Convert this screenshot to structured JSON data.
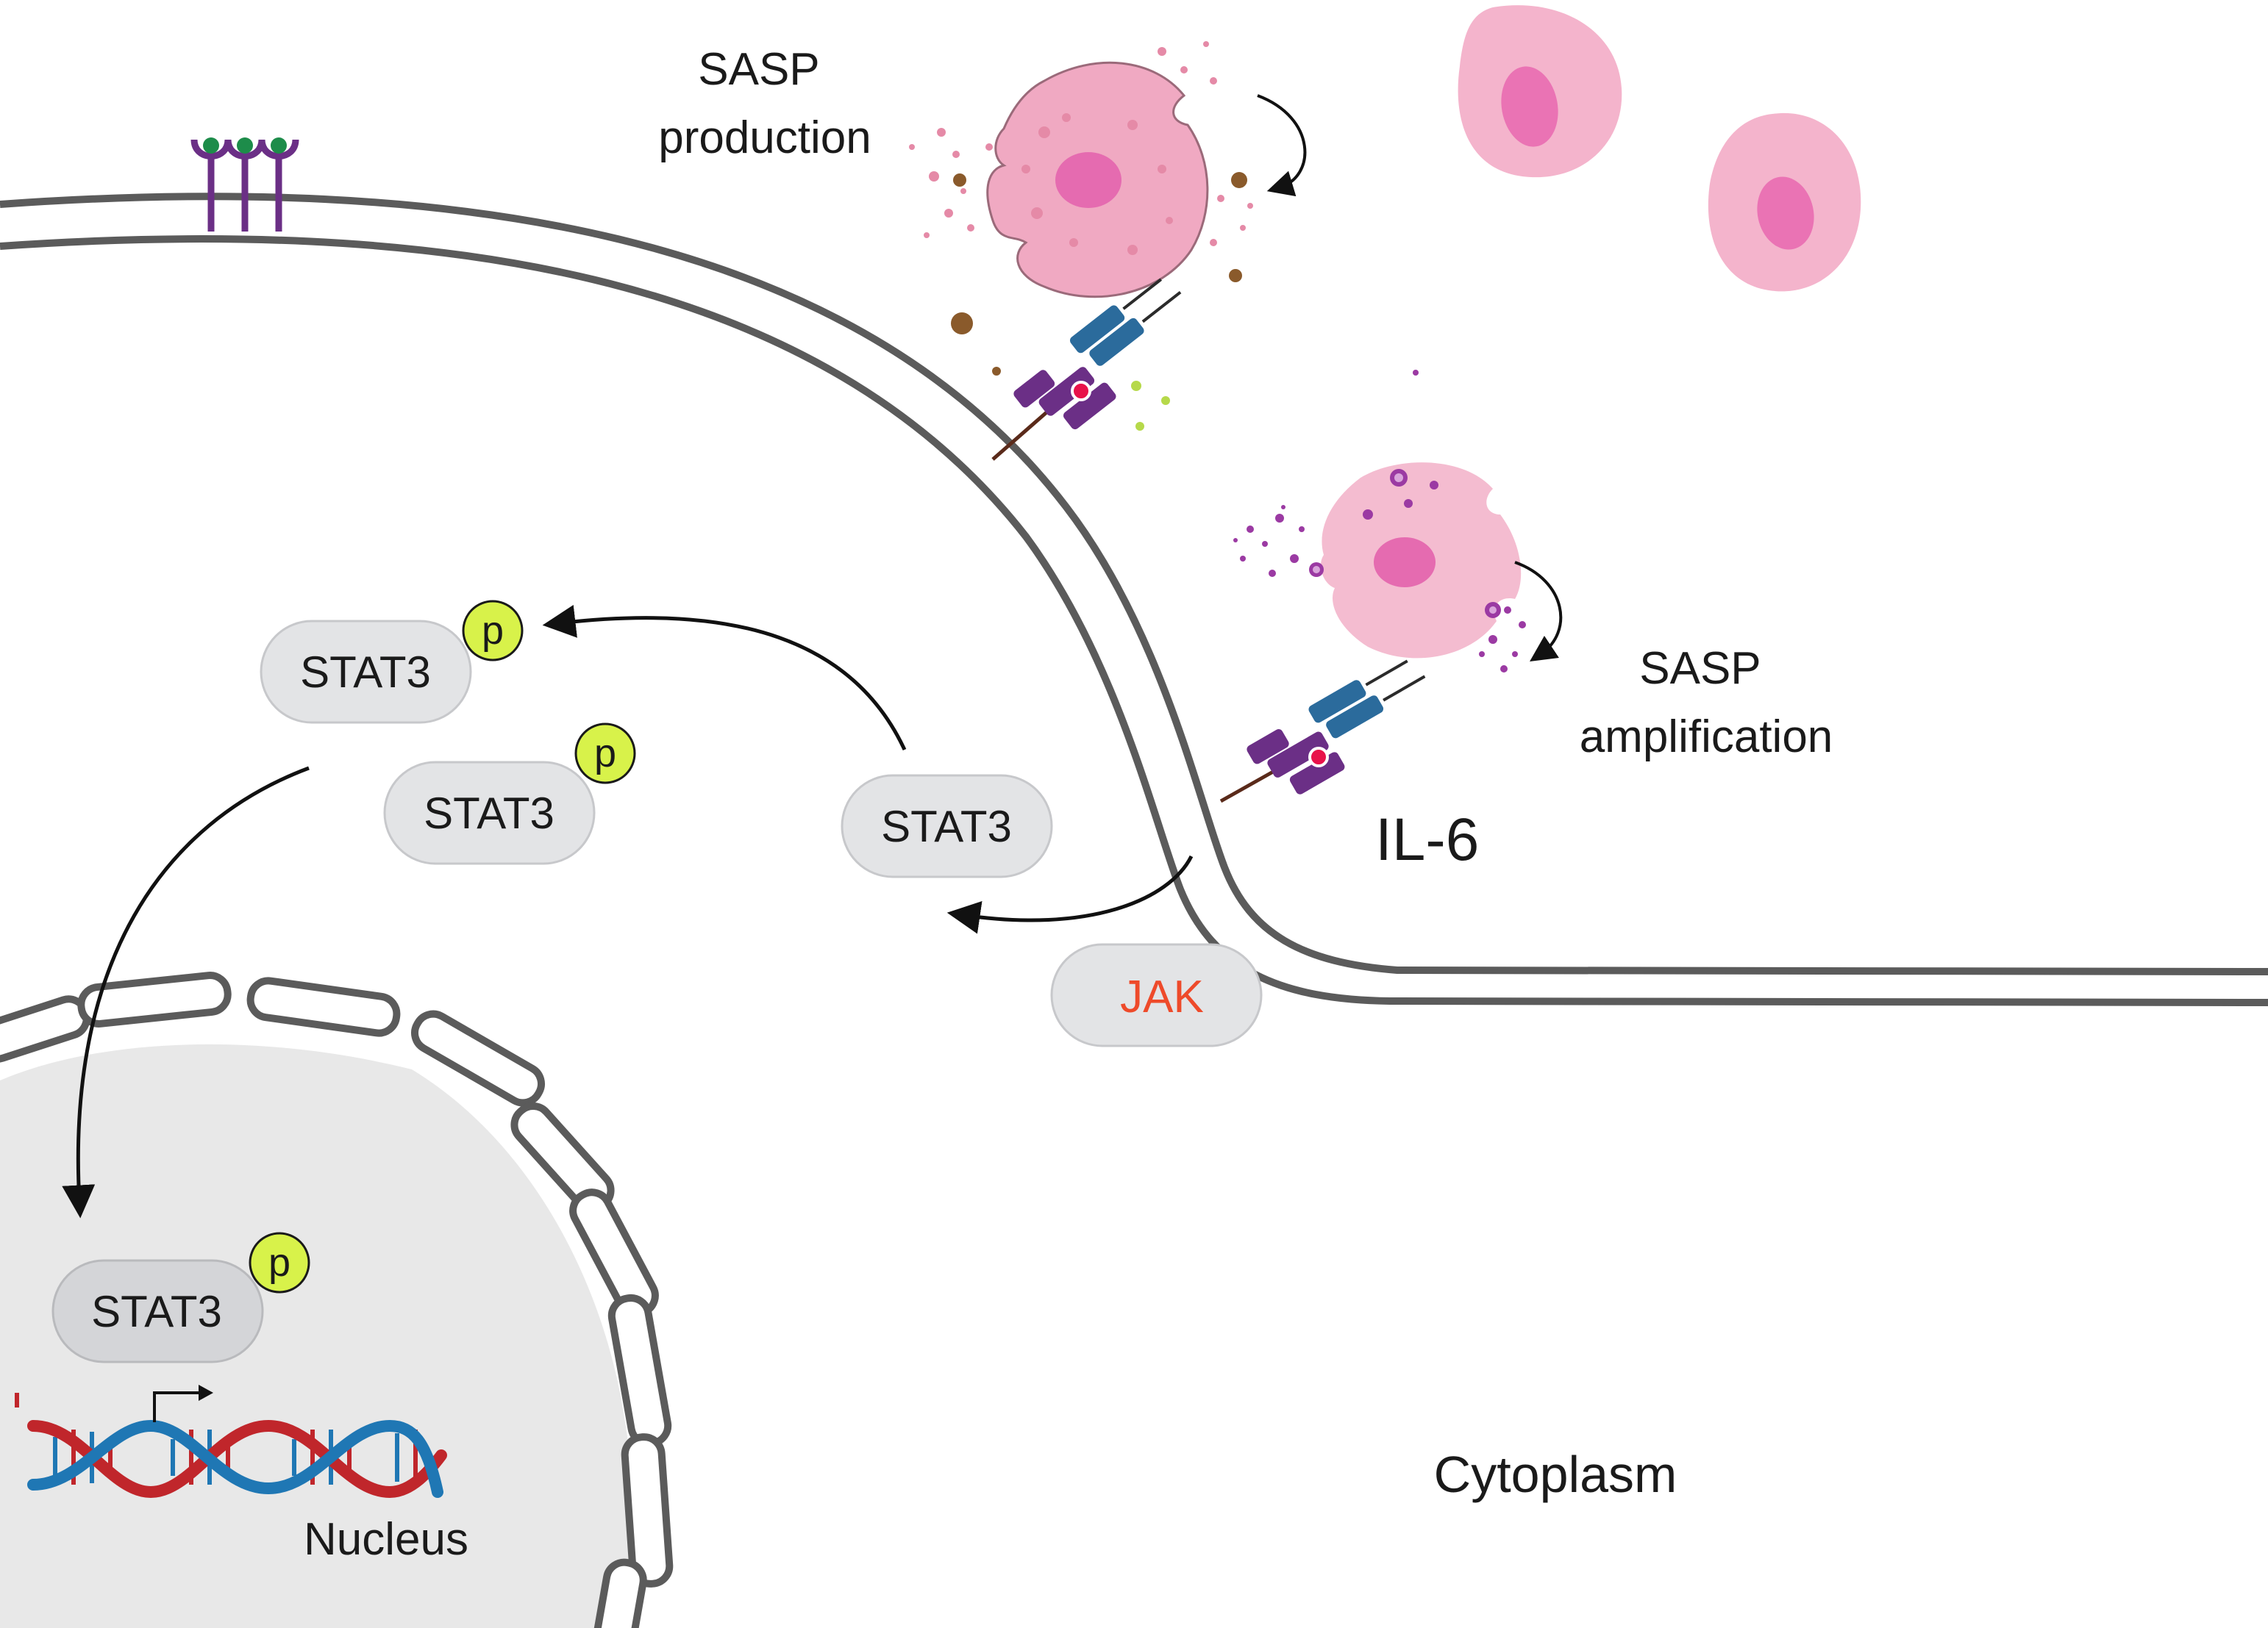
{
  "labels": {
    "sasp_production": [
      "SASP",
      "production"
    ],
    "sasp_amplification": [
      "SASP",
      "amplification"
    ],
    "il6": "IL-6",
    "jak": "JAK",
    "stat3": "STAT3",
    "phospho": "p",
    "nucleus": "Nucleus",
    "cytoplasm": "Cytoplasm"
  },
  "colors": {
    "membrane": "#5b5b5b",
    "nucleus_fill": "#e8e8e8",
    "protein_fill": "#e3e4e6",
    "protein_fill_nucleus": "#d4d5d8",
    "phospho": "#d8f24a",
    "jak_text": "#ee4a2a",
    "cell_pink": "#f0a9c2",
    "cell_nucleus": "#e56bb0",
    "receptor_purple": "#6b2f86",
    "receptor_blue": "#2b6b9c",
    "il6_dot": "#e8124a",
    "dna_blue": "#1f77b4",
    "dna_red": "#c0262b"
  }
}
